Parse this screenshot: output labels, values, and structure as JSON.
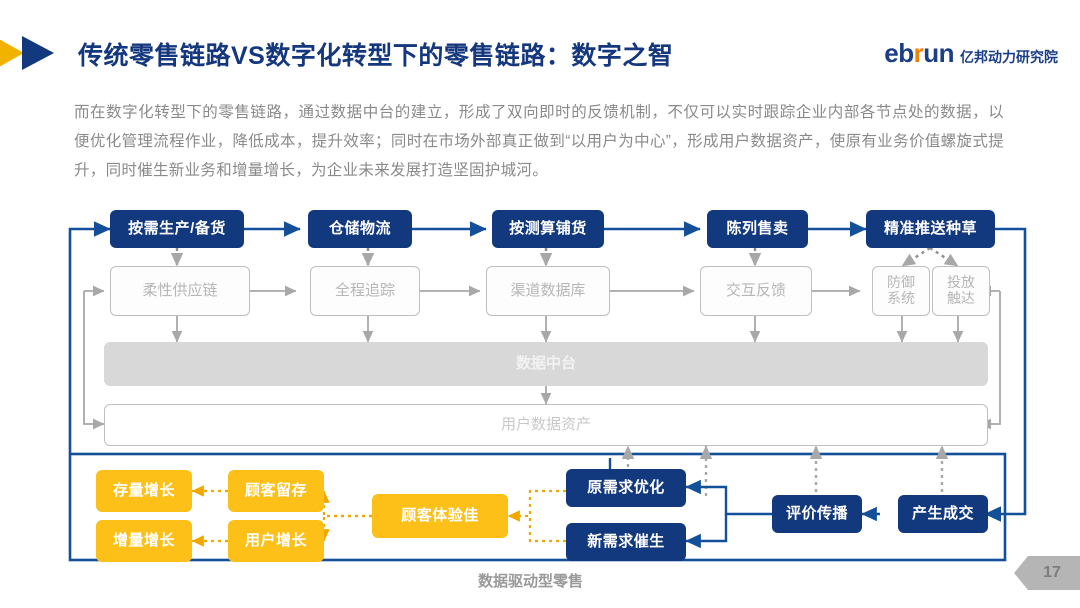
{
  "header": {
    "title": "传统零售链路VS数字化转型下的零售链路：数字之智",
    "logo_main_a": "eb",
    "logo_main_r": "r",
    "logo_main_b": "un",
    "logo_cn": "亿邦动力研究院",
    "accent_navy": "#12387e",
    "accent_yellow": "#f2b200",
    "accent_orange": "#ef8200"
  },
  "body": {
    "paragraph": "而在数字化转型下的零售链路，通过数据中台的建立，形成了双向即时的反馈机制，不仅可以实时跟踪企业内部各节点处的数据，以便优化管理流程作业，降低成本，提升效率；同时在市场外部真正做到“以用户为中心”，形成用户数据资产，使原有业务价值螺旋式提升，同时催生新业务和增量增长，为企业未来发展打造坚固护城河。"
  },
  "diagram": {
    "caption": "数据驱动型零售",
    "chain_top": [
      {
        "label": "按需生产/备货"
      },
      {
        "label": "仓储物流"
      },
      {
        "label": "按测算铺货"
      },
      {
        "label": "陈列售卖"
      },
      {
        "label": "精准推送种草"
      }
    ],
    "chain_mid": [
      {
        "label": "柔性供应链"
      },
      {
        "label": "全程追踪"
      },
      {
        "label": "渠道数据库"
      },
      {
        "label": "交互反馈"
      },
      {
        "label": "防御\n系统"
      },
      {
        "label": "投放\n触达"
      }
    ],
    "platform": {
      "label": "数据中台"
    },
    "assets": {
      "label": "用户数据资产"
    },
    "growth": [
      {
        "label": "存量增长"
      },
      {
        "label": "增量增长"
      },
      {
        "label": "顾客留存"
      },
      {
        "label": "用户增长"
      },
      {
        "label": "顾客体验佳"
      }
    ],
    "demand": [
      {
        "label": "原需求优化"
      },
      {
        "label": "新需求催生"
      }
    ],
    "chain_bottom": [
      {
        "label": "评价传播"
      },
      {
        "label": "产生成交"
      }
    ]
  },
  "footer": {
    "page_number": "17"
  }
}
